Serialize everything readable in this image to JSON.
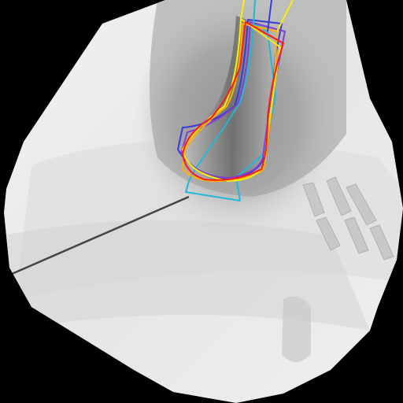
{
  "image": {
    "kind": "fluoroscopy-xray",
    "subject": "distal-bone-with-segmentation-contours",
    "background_color": "#000000",
    "field_fill": "#e9e9e9"
  },
  "contours": [
    {
      "name": "red",
      "color": "#ff1a1a"
    },
    {
      "name": "yellow",
      "color": "#ffee00"
    },
    {
      "name": "orange",
      "color": "#ffb000"
    },
    {
      "name": "blue",
      "color": "#3a3ad8"
    },
    {
      "name": "cyan",
      "color": "#22b8d8"
    },
    {
      "name": "purple",
      "color": "#8040d0"
    }
  ],
  "instrument": {
    "name": "guide-wire",
    "color": "#444444"
  }
}
